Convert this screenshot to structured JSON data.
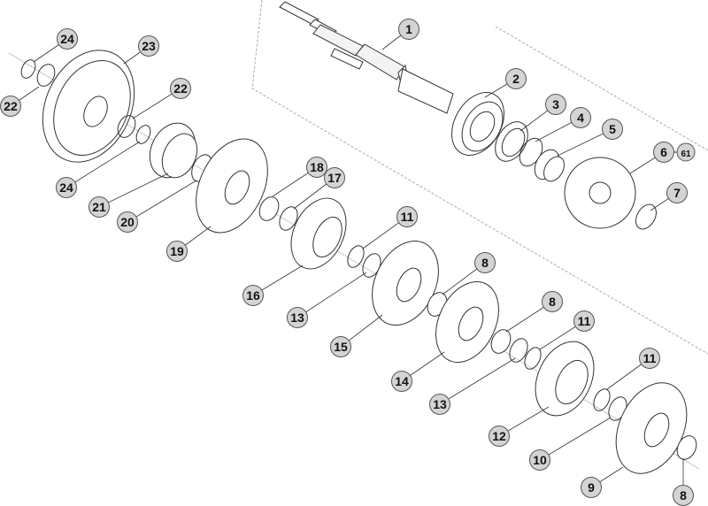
{
  "diagram": {
    "title": "Transmission output shaft exploded view",
    "colors": {
      "line": "#333333",
      "callout_fill": "#d4d4d4",
      "callout_stroke": "#555555",
      "frame": "#aaaaaa"
    },
    "callouts": [
      {
        "id": "c1",
        "label": "1"
      },
      {
        "id": "c2",
        "label": "2"
      },
      {
        "id": "c3",
        "label": "3"
      },
      {
        "id": "c4",
        "label": "4"
      },
      {
        "id": "c5",
        "label": "5"
      },
      {
        "id": "c6",
        "label": "6"
      },
      {
        "id": "c61",
        "label": "61"
      },
      {
        "id": "c7",
        "label": "7"
      },
      {
        "id": "c8a",
        "label": "8"
      },
      {
        "id": "c8b",
        "label": "8"
      },
      {
        "id": "c8c",
        "label": "8"
      },
      {
        "id": "c9",
        "label": "9"
      },
      {
        "id": "c10",
        "label": "10"
      },
      {
        "id": "c11a",
        "label": "11"
      },
      {
        "id": "c11b",
        "label": "11"
      },
      {
        "id": "c11c",
        "label": "11"
      },
      {
        "id": "c12",
        "label": "12"
      },
      {
        "id": "c13a",
        "label": "13"
      },
      {
        "id": "c13b",
        "label": "13"
      },
      {
        "id": "c14",
        "label": "14"
      },
      {
        "id": "c15",
        "label": "15"
      },
      {
        "id": "c16",
        "label": "16"
      },
      {
        "id": "c17",
        "label": "17"
      },
      {
        "id": "c18",
        "label": "18"
      },
      {
        "id": "c19",
        "label": "19"
      },
      {
        "id": "c20",
        "label": "20"
      },
      {
        "id": "c21",
        "label": "21"
      },
      {
        "id": "c22a",
        "label": "22"
      },
      {
        "id": "c22b",
        "label": "22"
      },
      {
        "id": "c23",
        "label": "23"
      },
      {
        "id": "c24a",
        "label": "24"
      },
      {
        "id": "c24b",
        "label": "24"
      }
    ]
  }
}
